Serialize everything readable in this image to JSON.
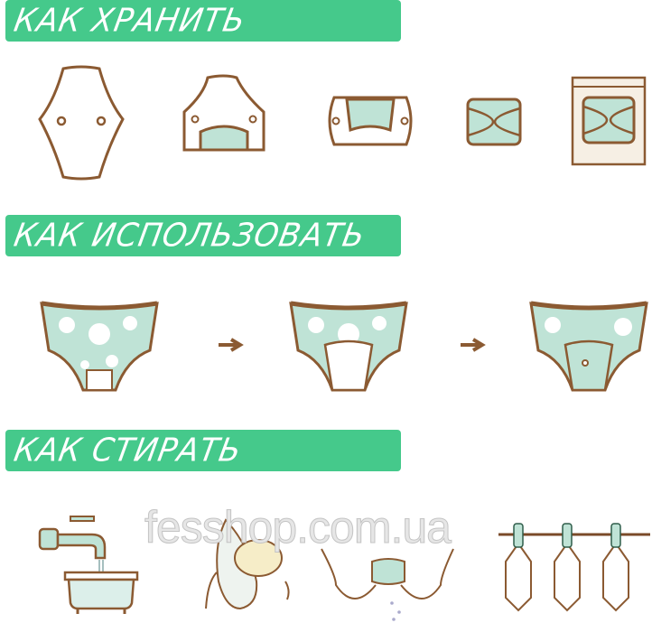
{
  "sections": [
    {
      "title": "КАК ХРАНИТЬ"
    },
    {
      "title": "КАК ИСПОЛЬЗОВАТЬ"
    },
    {
      "title": "КАК СТИРАТЬ"
    }
  ],
  "watermark": "fesshop.com.ua",
  "colors": {
    "accent": "#45c98b",
    "outline": "#8b5a32",
    "fill": "#bfe3d6"
  },
  "icons": [
    "pad-open-icon",
    "pad-fold-one-icon",
    "pad-fold-two-icon",
    "pad-folded-icon",
    "pad-in-bag-icon",
    "panties-icon",
    "arrow-right-icon",
    "faucet-basin-icon",
    "soap-pad-icon",
    "hands-wringing-icon",
    "pads-on-clothesline-icon"
  ]
}
